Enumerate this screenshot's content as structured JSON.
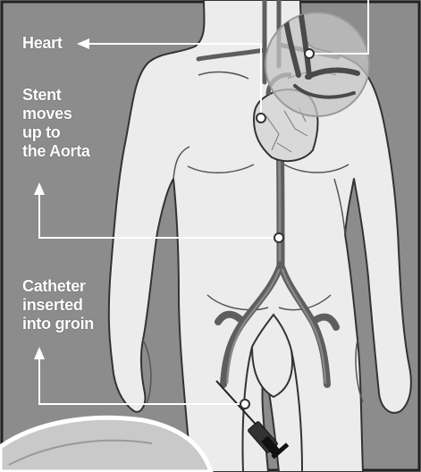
{
  "labels": {
    "heart": [
      "Heart"
    ],
    "stent": [
      "Stent",
      "moves",
      "up to",
      "the Aorta"
    ],
    "catheter": [
      "Catheter",
      "inserted",
      "into groin"
    ]
  },
  "colors": {
    "background": "#8c8c8c",
    "body_fill": "#ececec",
    "outline": "#333333",
    "vessel": "#5e5e5e",
    "leader": "#ffffff",
    "label_text": "#ffffff",
    "magnifier": "#c4c4c4"
  },
  "icons": {
    "arrow": "arrowhead",
    "node": "circle-marker",
    "syringe": "catheter-syringe-icon"
  }
}
